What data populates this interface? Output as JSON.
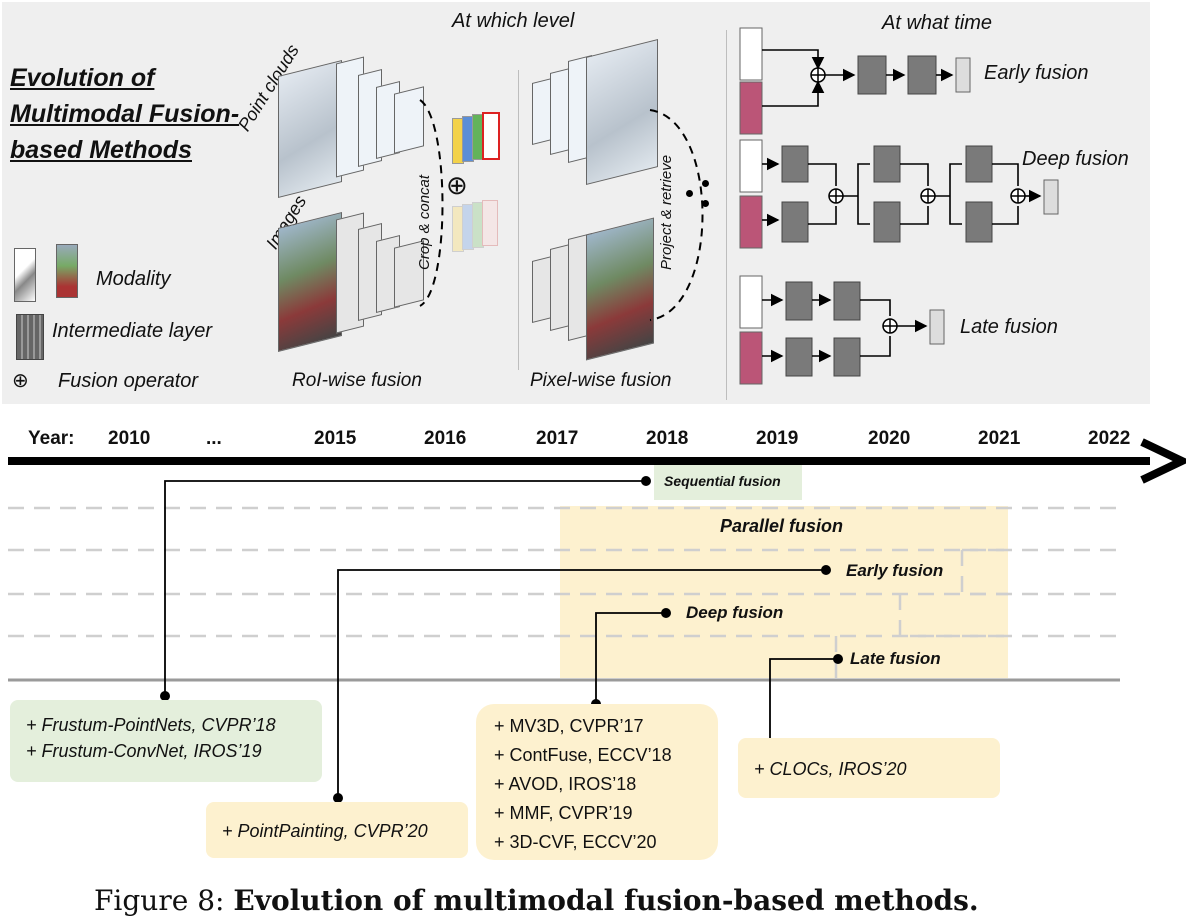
{
  "panel": {
    "title_line1": "Evolution of",
    "title_line2": "Multimodal Fusion-",
    "title_line3": "based Methods",
    "legend_modality": "Modality",
    "legend_intermediate": "Intermediate layer",
    "legend_fusion_op": "Fusion operator",
    "fusion_symbol": "⊕",
    "level_heading": "At which level",
    "time_heading": "At what time",
    "point_clouds": "Point clouds",
    "images": "Images",
    "crop_concat": "Crop & concat",
    "project_retrieve": "Project & retrieve",
    "roi_wise": "RoI-wise fusion",
    "pixel_wise": "Pixel-wise fusion",
    "early_fusion": "Early fusion",
    "deep_fusion": "Deep fusion",
    "late_fusion": "Late fusion"
  },
  "timeline": {
    "year_label": "Year:",
    "years": [
      "2010",
      "...",
      "2015",
      "2016",
      "2017",
      "2018",
      "2019",
      "2020",
      "2021",
      "2022"
    ],
    "sequential_fusion": "Sequential fusion",
    "parallel_fusion": "Parallel fusion",
    "early_fusion": "Early fusion",
    "deep_fusion": "Deep fusion",
    "late_fusion": "Late fusion"
  },
  "methods": {
    "sequential": [
      "+ Frustum-PointNets, CVPR’18",
      "+ Frustum-ConvNet, IROS’19"
    ],
    "early": [
      "+ PointPainting, CVPR’20"
    ],
    "deep": [
      "+ MV3D, CVPR’17",
      "+ ContFuse, ECCV’18",
      "+ AVOD, IROS’18",
      "+ MMF, CVPR’19",
      "+ 3D-CVF, ECCV’20"
    ],
    "late": [
      "+ CLOCs, IROS’20"
    ]
  },
  "caption": {
    "prefix": "Figure 8:",
    "text": "Evolution of multimodal fusion-based methods."
  },
  "colors": {
    "panel_bg": "#efefef",
    "green_box": "#e4efdc",
    "yellow_box": "#fdf1cf",
    "arrow": "#000000"
  }
}
